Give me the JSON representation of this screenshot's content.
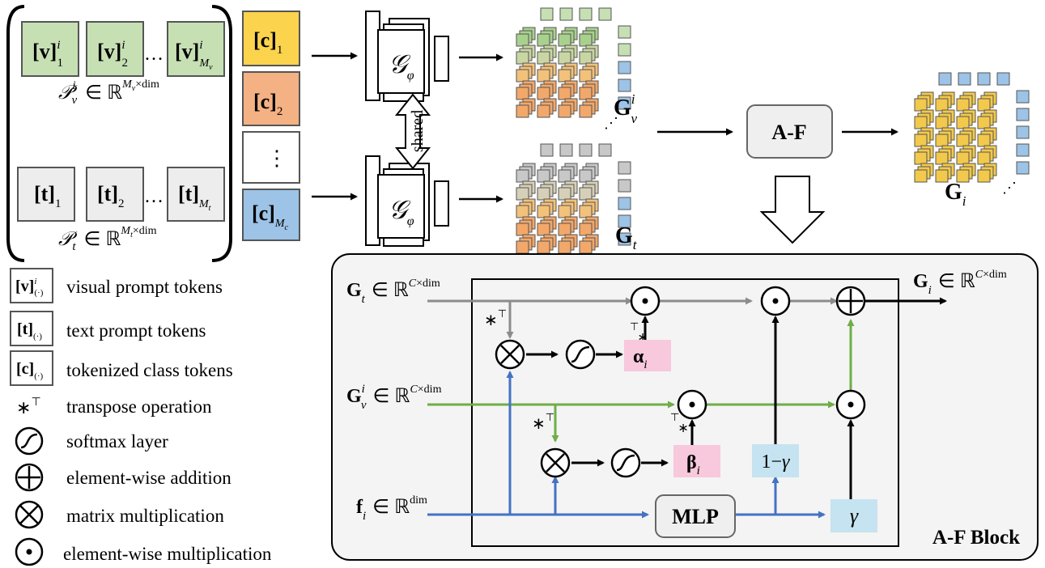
{
  "prompts": {
    "visual_tokens": [
      "[v]^i_1",
      "[v]^i_2",
      "[v]^i_M_v"
    ],
    "visual_caption": "P_v^i ∈ ℝ^{M_v×dim}",
    "text_tokens": [
      "[t]_1",
      "[t]_2",
      "[t]_M_t"
    ],
    "text_caption": "P_t ∈ ℝ^{M_t×dim}",
    "ellipsis": "…"
  },
  "class_tokens": {
    "items": [
      "[c]_1",
      "[c]_2",
      "⋮",
      "[c]_M_c"
    ],
    "colors": [
      "#fcd34d",
      "#f4b183",
      "#ffffff",
      "#9dc3e6"
    ]
  },
  "encoder": {
    "symbol": "𝒢_φ",
    "shared_label": "shared"
  },
  "outputs": {
    "visual": "G_v^i",
    "text": "G_t",
    "fused": "G_i"
  },
  "af": {
    "label": "A-F",
    "block_label": "A-F Block"
  },
  "af_block": {
    "input_gt": "G_t ∈ ℝ^{C×dim}",
    "input_gv": "G_v^i ∈ ℝ^{C×dim}",
    "input_f": "f_i ∈ ℝ^{dim}",
    "output": "G_i ∈ ℝ^{C×dim}",
    "alpha": "α_i",
    "beta": "β_i",
    "one_minus_gamma": "1−γ",
    "gamma": "γ",
    "mlp": "MLP",
    "transpose_mark": "*⊤"
  },
  "legend": [
    {
      "icon": "visual-token",
      "text": "visual prompt tokens"
    },
    {
      "icon": "text-token",
      "text": "text prompt tokens"
    },
    {
      "icon": "class-token",
      "text": "tokenized class tokens"
    },
    {
      "icon": "transpose",
      "text": "transpose operation"
    },
    {
      "icon": "softmax",
      "text": "softmax layer"
    },
    {
      "icon": "plus",
      "text": "element-wise addition"
    },
    {
      "icon": "times",
      "text": "matrix multiplication"
    },
    {
      "icon": "dot",
      "text": "element-wise multiplication"
    }
  ],
  "colors": {
    "green_token": "#c6e0b4",
    "gray_token": "#ededed",
    "alpha_box": "#f8c8dc",
    "gamma_box": "#c5e3f0",
    "arrow_gray": "#8c8c8c",
    "arrow_green": "#70ad47",
    "arrow_blue": "#4472c4",
    "block_bg": "#f4f4f4"
  }
}
